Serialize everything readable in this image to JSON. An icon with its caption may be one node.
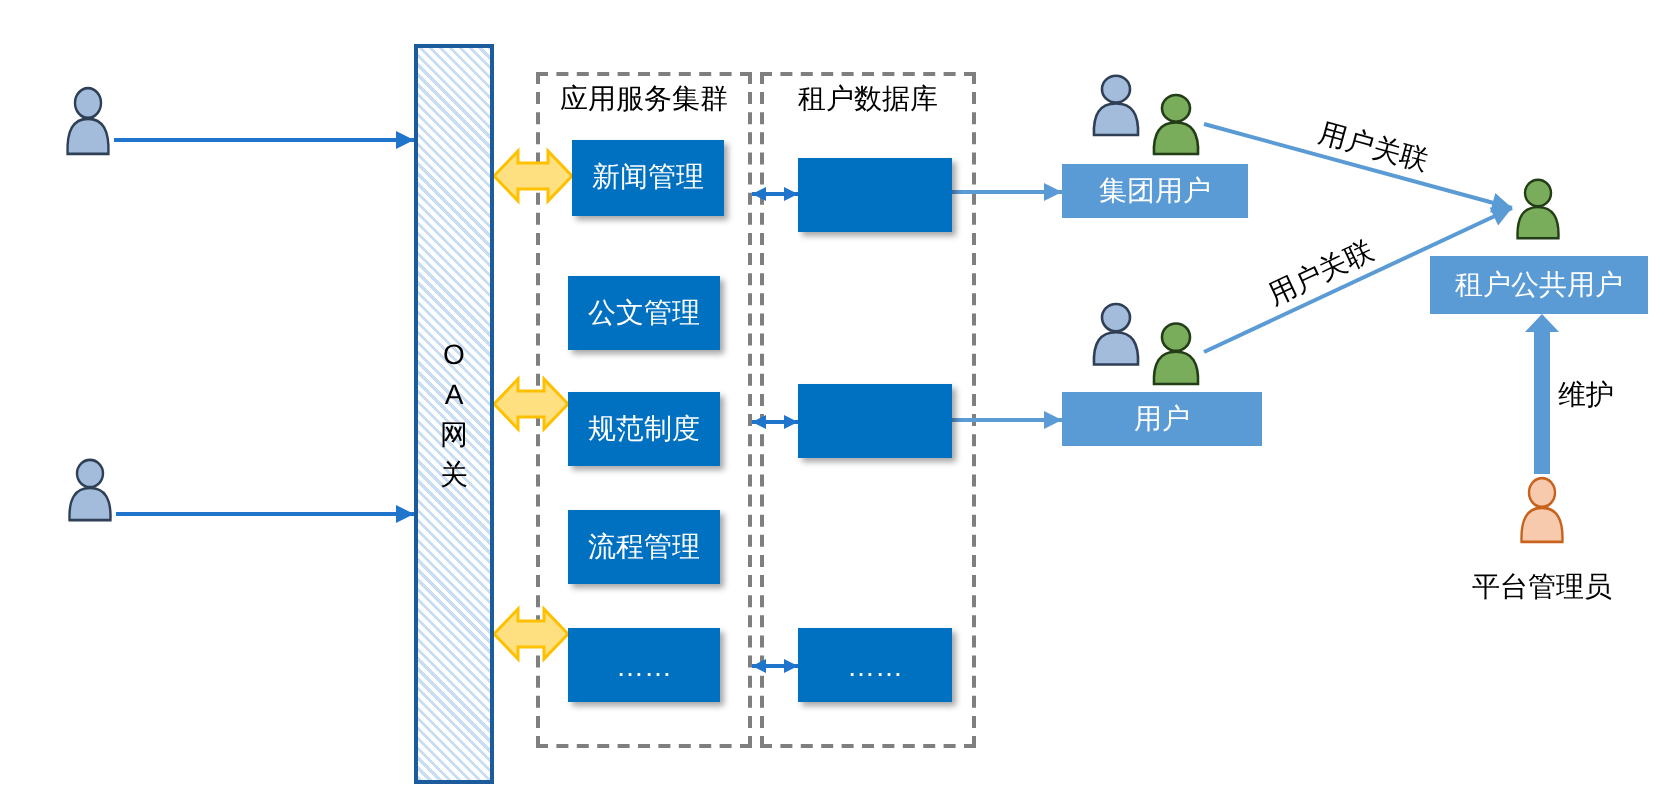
{
  "diagram": {
    "nodes": [
      {
        "text": [],
        "shape": "person"
      },
      {
        "text": [],
        "shape": "person"
      },
      {
        "text": [
          "OA网关"
        ]
      },
      {
        "text": [
          "应用服务集群"
        ]
      },
      {
        "text": [
          "新闻管理"
        ],
        "in": 3
      },
      {
        "text": [
          "公文管理"
        ],
        "in": 3
      },
      {
        "text": [
          "规范制度"
        ],
        "in": 3
      },
      {
        "text": [
          "流程管理"
        ],
        "in": 3
      },
      {
        "text": [
          "……"
        ],
        "in": 3
      },
      {
        "text": [
          "租户数据库"
        ]
      },
      {
        "text": [],
        "shape": "box",
        "in": 9
      },
      {
        "text": [],
        "shape": "box",
        "in": 9
      },
      {
        "text": [
          "……"
        ],
        "in": 9
      },
      {
        "text": [],
        "shape": "person"
      },
      {
        "text": [
          "集团用户"
        ]
      },
      {
        "text": [],
        "shape": "person"
      },
      {
        "text": [
          "用户"
        ]
      },
      {
        "text": [],
        "shape": "person"
      },
      {
        "text": [
          "租户公共用户"
        ]
      },
      {
        "text": [
          "平台管理员"
        ]
      }
    ],
    "edges": [
      {
        "from": 0,
        "to": 2,
        "arrow": "to"
      },
      {
        "from": 1,
        "to": 2,
        "arrow": "to"
      },
      {
        "from": 2,
        "to": 4,
        "arrow": "both",
        "style": "thick",
        "color": "#ffc000"
      },
      {
        "from": 2,
        "to": 6,
        "arrow": "both",
        "style": "thick",
        "color": "#ffc000"
      },
      {
        "from": 2,
        "to": 8,
        "arrow": "both",
        "style": "thick",
        "color": "#ffc000"
      },
      {
        "from": 3,
        "to": 10,
        "arrow": "both"
      },
      {
        "from": 3,
        "to": 11,
        "arrow": "both"
      },
      {
        "from": 3,
        "to": 12,
        "arrow": "both"
      },
      {
        "from": 10,
        "to": 14,
        "arrow": "to",
        "color": "#5b9bd5"
      },
      {
        "from": 11,
        "to": 16,
        "arrow": "to",
        "color": "#5b9bd5"
      },
      {
        "from": 13,
        "to": 17,
        "arrow": "to",
        "label": "用户关联",
        "color": "#5b9bd5"
      },
      {
        "from": 15,
        "to": 17,
        "arrow": "to",
        "label": "用户关联",
        "color": "#5b9bd5"
      },
      {
        "from": 19,
        "to": 18,
        "arrow": "to",
        "label": "维护",
        "style": "thick",
        "color": "#5b9bd5"
      }
    ]
  }
}
